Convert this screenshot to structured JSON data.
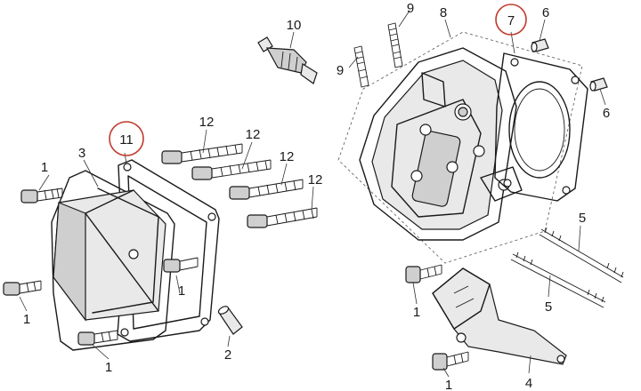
{
  "diagram": {
    "highlight_color": "#c0392b",
    "callouts": {
      "c1a": "1",
      "c1b": "1",
      "c1c": "1",
      "c1d": "1",
      "c1e": "1",
      "c1f": "1",
      "c2": "2",
      "c3": "3",
      "c4": "4",
      "c5a": "5",
      "c5b": "5",
      "c6a": "6",
      "c6b": "6",
      "c7": "7",
      "c8": "8",
      "c9a": "9",
      "c9b": "9",
      "c10": "10",
      "c11": "11",
      "c12a": "12",
      "c12b": "12",
      "c12c": "12",
      "c12d": "12"
    },
    "highlighted_callouts": [
      "7",
      "11"
    ]
  }
}
